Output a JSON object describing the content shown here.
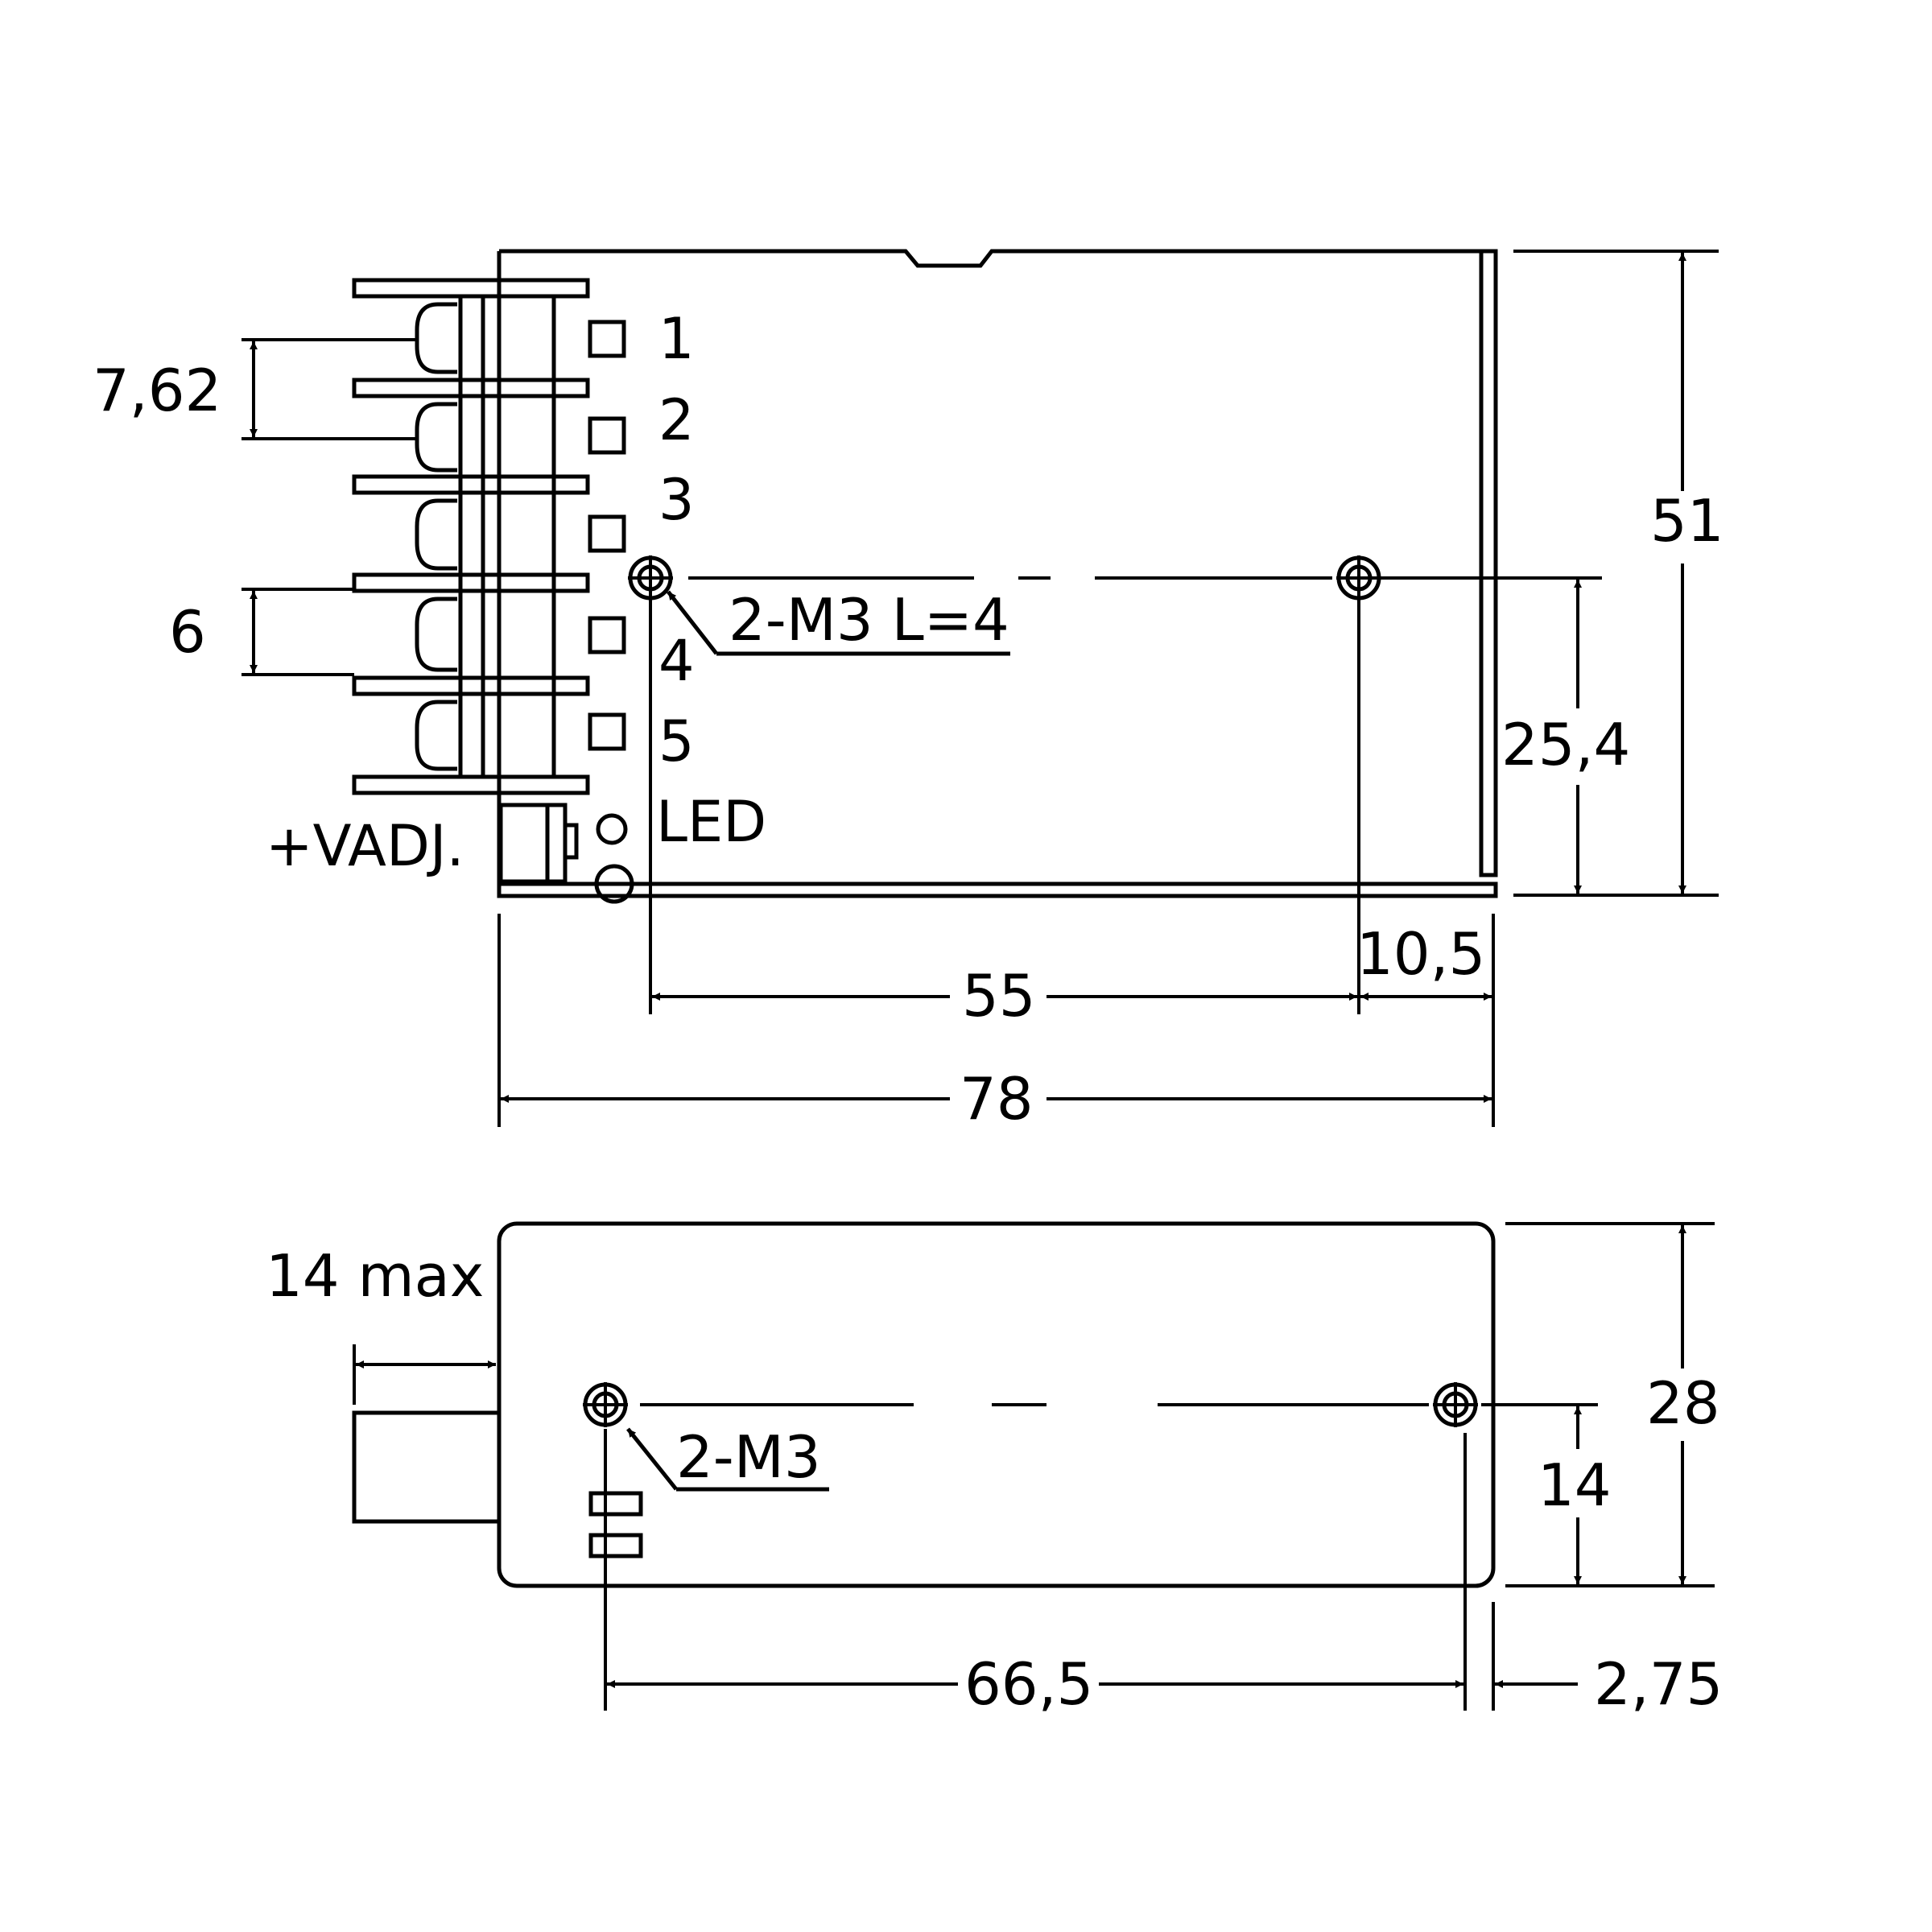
{
  "top_view": {
    "terminal_labels": [
      "1",
      "2",
      "3",
      "4",
      "5"
    ],
    "led_label": "LED",
    "vadj_label": "+VADJ.",
    "mount_callout": "2-M3 L=4",
    "dims": {
      "pitch": "7,62",
      "terminal_width": "6",
      "height": "51",
      "hole_height": "25,4",
      "hole_spacing": "55",
      "hole_edge_offset": "10,5",
      "length": "78"
    }
  },
  "side_view": {
    "mount_callout": "2-M3",
    "dims": {
      "connector_depth": "14 max",
      "height": "28",
      "hole_height": "14",
      "hole_spacing": "66,5",
      "hole_edge_offset": "2,75"
    }
  }
}
